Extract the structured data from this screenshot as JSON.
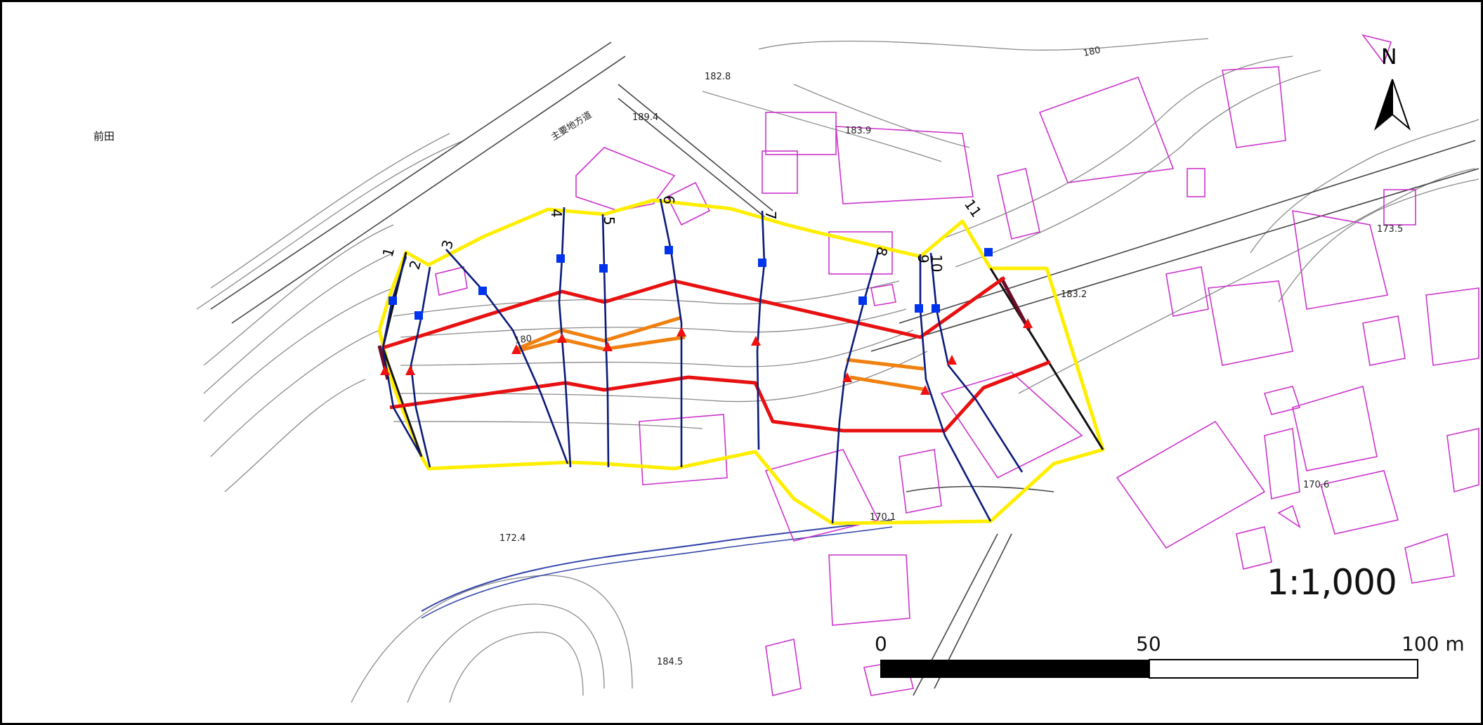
{
  "place_name": "前田",
  "road_name": "主要地方道",
  "elevations": [
    {
      "id": "e1",
      "text": "182.8"
    },
    {
      "id": "e2",
      "text": "189.4"
    },
    {
      "id": "e3",
      "text": "183.9"
    },
    {
      "id": "e4",
      "text": "180"
    },
    {
      "id": "e5",
      "text": "173.5"
    },
    {
      "id": "e6",
      "text": "183.2"
    },
    {
      "id": "e7",
      "text": "180"
    },
    {
      "id": "e8",
      "text": "170.6"
    },
    {
      "id": "e9",
      "text": "170.1"
    },
    {
      "id": "e10",
      "text": "172.4"
    },
    {
      "id": "e11",
      "text": "184.5"
    }
  ],
  "sections": [
    "1",
    "2",
    "3",
    "4",
    "5",
    "6",
    "7",
    "8",
    "9",
    "10",
    "11"
  ],
  "scale": {
    "ratio_text": "1:1,000",
    "bar_labels": [
      "0",
      "50",
      "100 m"
    ]
  },
  "north_label": "N",
  "colors": {
    "boundary": "#ffee00",
    "red_line": "#e81010",
    "orange_line": "#f08010",
    "section_line": "#0a1a7a",
    "marker_square": "#0033ee",
    "marker_triangle": "#ee1111",
    "building": "#cc33cc",
    "contour": "#888888"
  }
}
